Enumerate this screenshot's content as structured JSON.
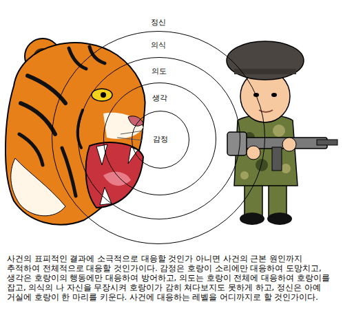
{
  "diagram": {
    "caption": "사건의 표피적인 결과에 소극적으로 대응할 것인가 아니면 사건의 근본 원인까지 추적하여 전체적으로 대응할 것인가이다. 감정은 호랑이 소리에만 대응하여 도망치고, 생각은 호랑이의 행동에만 대응하여 방어하고, 의도는 호랑이 전체에 대응하여 호랑이를 잡고, 의식의 나 자신을 무장시켜 호랑이가 감히 쳐다보지도 못하게 하고, 정신은 아예 거실에 호랑이 한 마리를 키운다. 사건에 대응하는 레벨을 어디까지로 할 것인가이다.",
    "nodes": [
      {
        "text": [
          "의식"
        ]
      },
      {
        "text": [
          "의도"
        ],
        "in": 0
      },
      {
        "text": [
          "생각"
        ],
        "in": 1
      },
      {
        "text": [
          "감정"
        ],
        "in": 2
      }
    ],
    "labels": [
      "정신"
    ]
  }
}
